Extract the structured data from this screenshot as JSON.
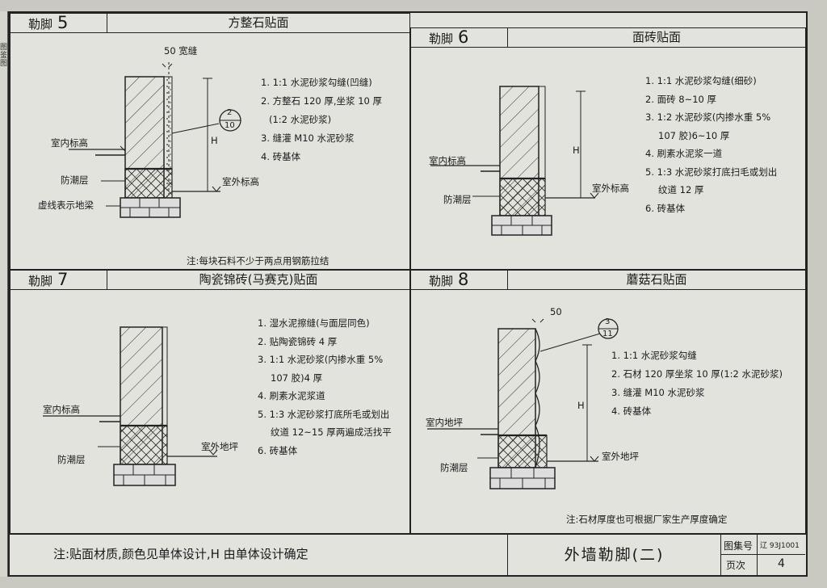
{
  "panels": {
    "p5": {
      "prefix": "勒脚",
      "num": "5",
      "title": "方整石贴面",
      "notes": [
        "1. 1:1 水泥砂浆勾缝(凹缝)",
        "2. 方整石 120 厚,坐浆 10 厚",
        "(1:2 水泥砂浆)",
        "3. 缝灌 M10 水泥砂浆",
        "4. 砖基体"
      ],
      "labels": {
        "indoor": "室内标高",
        "dpc": "防潮层",
        "dashed": "虚线表示地梁",
        "outdoor": "室外标高",
        "gap": "50 宽缝",
        "h": "H",
        "ref_top": "2",
        "ref_bottom": "10"
      },
      "footnote": "注:每块石料不少于两点用钢筋拉结"
    },
    "p6": {
      "prefix": "勒脚",
      "num": "6",
      "title": "面砖贴面",
      "notes": [
        "1. 1:1 水泥砂浆勾缝(细砂)",
        "2. 面砖 8~10 厚",
        "3. 1:2 水泥砂浆(内掺水重 5%",
        "107 胶)6~10 厚",
        "4. 刷素水泥浆一道",
        "5. 1:3 水泥砂浆打底扫毛或划出",
        "纹道 12 厚",
        "6. 砖基体"
      ],
      "labels": {
        "indoor": "室内标高",
        "dpc": "防潮层",
        "outdoor": "室外标高",
        "h": "H"
      }
    },
    "p7": {
      "prefix": "勒脚",
      "num": "7",
      "title": "陶瓷锦砖(马赛克)贴面",
      "notes": [
        "1. 湿水泥擦缝(与面层同色)",
        "2. 贴陶瓷锦砖 4 厚",
        "3. 1:1 水泥砂浆(内掺水重 5%",
        "107 胶)4 厚",
        "4. 刷素水泥浆道",
        "5. 1:3 水泥砂浆打底所毛或划出",
        "纹道 12~15 厚两遍成活找平",
        "6. 砖基体"
      ],
      "labels": {
        "indoor": "室内标高",
        "dpc": "防潮层",
        "outdoor": "室外地坪"
      }
    },
    "p8": {
      "prefix": "勒脚",
      "num": "8",
      "title": "蘑菇石贴面",
      "notes": [
        "1. 1:1 水泥砂浆勾缝",
        "2. 石材 120 厚坐浆 10 厚(1:2 水泥砂浆)",
        "3. 缝灌 M10 水泥砂浆",
        "4. 砖基体"
      ],
      "labels": {
        "indoor": "室内地坪",
        "dpc": "防潮层",
        "outdoor": "室外地坪",
        "gap": "50",
        "h": "H",
        "ref_top": "3",
        "ref_bottom": "11"
      },
      "footnote": "注:石材厚度也可根据厂家生产厚度确定"
    }
  },
  "footer": {
    "note": "注:贴面材质,颜色见单体设计,H 由单体设计确定",
    "title": "外墙勒脚(二)",
    "atlas_label": "图集号",
    "atlas_value": "辽 93J1001",
    "page_label": "页次",
    "page_value": "4"
  },
  "side": {
    "text": "图 鉴 图"
  }
}
